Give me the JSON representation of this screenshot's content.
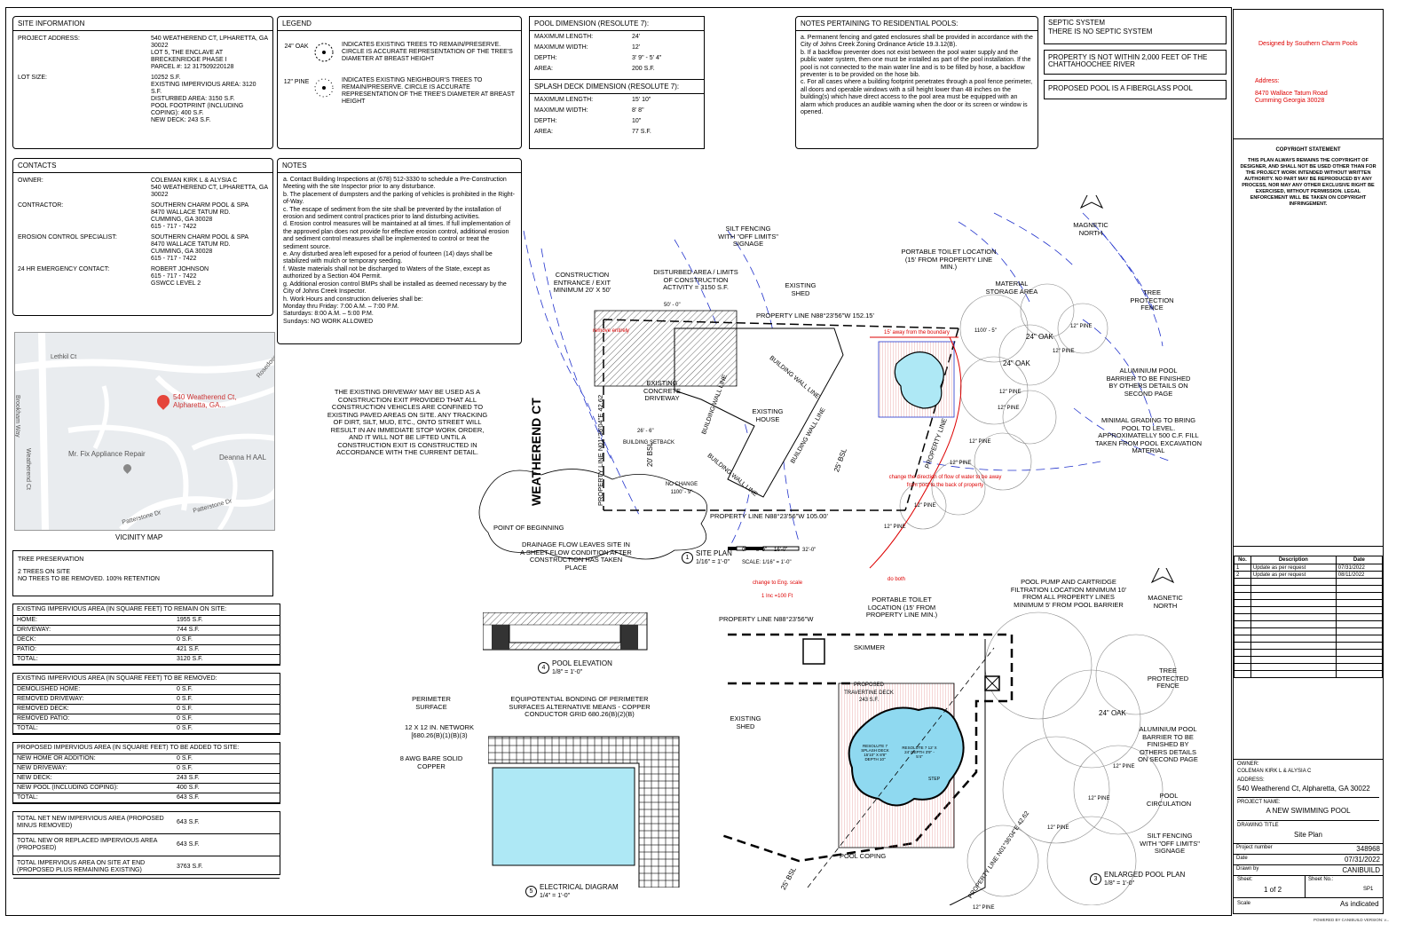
{
  "site_info": {
    "title": "SITE INFORMATION",
    "rows": [
      {
        "k": "PROJECT ADDRESS:",
        "v": [
          "540 WEATHEREND CT, LPHARETTA, GA 30022",
          "LOT 5, THE ENCLAVE AT BRECKENRIDGE PHASE I",
          "PARCEL #: 12 317509220128"
        ]
      },
      {
        "k": "LOT SIZE:",
        "v": [
          "10252 S.F.",
          "EXISTING IMPERVIOUS AREA: 3120 S.F.",
          "DISTURBED AREA: 3150 S.F.",
          "POOL FOOTPRINT (INCLUDING COPING): 400 S.F.",
          "NEW DECK: 243 S.F."
        ]
      }
    ]
  },
  "contacts": {
    "title": "CONTACTS",
    "rows": [
      {
        "k": "OWNER:",
        "v": [
          "COLEMAN KIRK L & ALYSIA C",
          "540 WEATHEREND CT, LPHARETTA, GA 30022"
        ]
      },
      {
        "k": "CONTRACTOR:",
        "v": [
          "SOUTHERN CHARM POOL & SPA",
          "8470 WALLACE TATUM RD.",
          "CUMMING, GA 30028",
          "615 - 717 - 7422"
        ]
      },
      {
        "k": "EROSION CONTROL SPECIALIST:",
        "v": [
          "SOUTHERN CHARM POOL & SPA",
          "8470 WALLACE TATUM RD.",
          "CUMMING, GA 30028",
          "615 - 717 - 7422"
        ]
      },
      {
        "k": "24 HR EMERGENCY CONTACT:",
        "v": [
          "ROBERT JOHNSON",
          "615 - 717 - 7422",
          "GSWCC LEVEL 2"
        ]
      }
    ]
  },
  "vicinity": {
    "caption": "VICINITY MAP",
    "pin_label": "540 Weatherend Ct, Alpharetta, GA...",
    "streets": [
      "Lethkil Ct",
      "Brookham Way",
      "Weatherend Ct",
      "Rosedown",
      "Patterstone Dr",
      "Patterstone Dr"
    ],
    "poi": "Mr. Fix Appliance Repair",
    "poi2": "Deanna H AAL"
  },
  "tree_preservation": {
    "title": "TREE PRESERVATION",
    "lines": [
      "2 TREES ON SITE",
      "NO TREES TO BE REMOVED. 100% RETENTION"
    ]
  },
  "imperv_remain": {
    "title": "EXISTING IMPERVIOUS AREA (IN SQUARE FEET) TO REMAIN ON SITE:",
    "rows": [
      [
        "HOME:",
        "1955 S.F."
      ],
      [
        "DRIVEWAY:",
        "744 S.F."
      ],
      [
        "DECK:",
        "0 S.F."
      ],
      [
        "PATIO:",
        "421 S.F."
      ],
      [
        "TOTAL:",
        "3120 S.F."
      ]
    ]
  },
  "imperv_removed": {
    "title": "EXISTING IMPERVIOUS AREA (IN SQUARE FEET) TO BE REMOVED:",
    "rows": [
      [
        "DEMOLISHED HOME:",
        "0 S.F."
      ],
      [
        "REMOVED DRIVEWAY:",
        "0 S.F."
      ],
      [
        "REMOVED DECK:",
        "0 S.F."
      ],
      [
        "REMOVED PATIO:",
        "0 S.F."
      ],
      [
        "TOTAL:",
        "0 S.F."
      ]
    ]
  },
  "imperv_added": {
    "title": "PROPOSED IMPERVIOUS AREA (IN SQUARE FEET) TO BE ADDED TO SITE:",
    "rows": [
      [
        "NEW HOME OR ADDITION:",
        "0 S.F."
      ],
      [
        "NEW DRIVEWAY:",
        "0 S.F."
      ],
      [
        "NEW DECK:",
        "243 S.F."
      ],
      [
        "NEW POOL (INCLUDING COPING):",
        "400 S.F."
      ],
      [
        "TOTAL:",
        "643 S.F."
      ]
    ]
  },
  "imperv_totals": {
    "rows": [
      [
        "TOTAL NET NEW IMPERVIOUS AREA (PROPOSED MINUS REMOVED)",
        "643 S.F."
      ],
      [
        "TOTAL NEW OR REPLACED IMPERVIOUS AREA (PROPOSED)",
        "643 S.F."
      ],
      [
        "TOTAL IMPERVIOUS AREA ON SITE AT END (PROPOSED PLUS REMAINING EXISTING)",
        "3763 S.F."
      ]
    ]
  },
  "legend": {
    "title": "LEGEND",
    "items": [
      {
        "tag": "24\" OAK",
        "text": "INDICATES EXISTING TREES TO REMAIN/PRESERVE. CIRCLE IS ACCURATE REPRESENTATION OF THE TREE'S DIAMETER AT BREAST HEIGHT"
      },
      {
        "tag": "12\" PINE",
        "text": "INDICATES EXISTING NEIGHBOUR'S TREES TO REMAIN/PRESERVE. CIRCLE IS ACCURATE REPRESENTATION OF THE TREE'S DIAMETER AT BREAST HEIGHT"
      }
    ]
  },
  "notes": {
    "title": "NOTES",
    "items": [
      "a. Contact Building Inspections at (678) 512-3330 to schedule a Pre-Construction Meeting with the site Inspector prior to any disturbance.",
      "b. The placement of dumpsters and the parking of vehicles is prohibited in the Right-of-Way.",
      "c. The escape of sediment from the site shall be prevented by the installation of erosion and sediment control practices prior to land disturbing activities.",
      "d. Erosion control measures will be maintained at all times. If full implementation of the approved plan does not provide for effective erosion control, additional erosion and sediment control measures shall be implemented to control or treat the sediment source.",
      "e. Any disturbed area left exposed for a period of fourteen (14) days shall be stabilized with mulch or temporary seeding.",
      "f. Waste materials shall not be discharged to Waters of the State, except as authorized by a Section 404 Permit.",
      "g. Additional erosion control BMPs shall be installed as deemed necessary by the City of Johns Creek Inspector.",
      "h. Work Hours and construction deliveries shall be:",
      "Monday thru Friday: 7:00 A.M. – 7:00 P.M.",
      "Saturdays: 8:00 A.M. – 5:00 P.M.",
      "Sundays: NO WORK ALLOWED"
    ]
  },
  "pool_dim": {
    "title": "POOL DIMENSION (RESOLUTE 7):",
    "rows": [
      [
        "MAXIMUM LENGTH:",
        "24'"
      ],
      [
        "MAXIMUM WIDTH:",
        "12'"
      ],
      [
        "DEPTH:",
        "3' 9\" - 5' 4\""
      ],
      [
        "AREA:",
        "200 S.F."
      ]
    ],
    "title2": "SPLASH DECK DIMENSION (RESOLUTE 7):",
    "rows2": [
      [
        "MAXIMUM LENGTH:",
        "15' 10\""
      ],
      [
        "MAXIMUM WIDTH:",
        "8' 8\""
      ],
      [
        "DEPTH:",
        "10\""
      ],
      [
        "AREA:",
        "77 S.F."
      ]
    ]
  },
  "res_notes": {
    "title": "NOTES PERTAINING TO RESIDENTIAL POOLS:",
    "items": [
      "a. Permanent fencing and gated enclosures shall be provided in accordance with the City of Johns Creek Zoning Ordinance Article 19.3.12(B).",
      "b. If a backflow preventer does not exist between the pool water supply and the public water system, then one must be installed as part of the pool installation. If the pool is not connected to the main water line and is to be filled by hose, a backflow preventer is to be provided on the hose bib.",
      "c. For all cases where a building footprint penetrates through a pool fence perimeter, all doors and operable windows with a sill height lower than 48 inches on the building(s) which have direct access to the pool area must be equipped with an alarm which produces an audible warning when the door or its screen or window is opened."
    ]
  },
  "septic": {
    "title": "SEPTIC SYSTEM",
    "lines": [
      "THERE IS NO SEPTIC SYSTEM",
      "PROPERTY IS NOT WITHIN 2,000 FEET OF THE CHATTAHOOCHEE RIVER",
      "PROPOSED POOL IS A FIBERGLASS POOL"
    ]
  },
  "title_block": {
    "designer": "Designed by Southern Charm Pools",
    "address_label": "Address:",
    "address": [
      "8470 Wallace Tatum Road",
      "Cumming Georgia 30028"
    ],
    "copyright_title": "COPYRIGHT STATEMENT",
    "copyright": "THIS PLAN ALWAYS REMAINS THE COPYRIGHT OF DESIGNER, AND SHALL NOT BE USED OTHER THAN FOR THE PROJECT WORK INTENDED WITHOUT WRITTEN AUTHORITY. NO PART MAY BE REPRODUCED BY ANY PROCESS, NOR MAY ANY OTHER EXCLUSIVE RIGHT BE EXERCISED, WITHOUT PERMISSION. LEGAL ENFORCEMENT WILL BE TAKEN ON COPYRIGHT INFRINGEMENT.",
    "rev_headers": [
      "No.",
      "Description",
      "Date"
    ],
    "revisions": [
      [
        "1",
        "Update as per request",
        "07/31/2022"
      ],
      [
        "2",
        "Update as per request",
        "08/11/2022"
      ]
    ],
    "owner_label": "OWNER:",
    "owner": "COLEMAN KIRK L & ALYSIA C",
    "address2_label": "ADDRESS:",
    "address2": "540 Weatherend Ct, Alpharetta, GA 30022",
    "project_label": "PROJECT NAME:",
    "project": "A NEW SWIMMING POOL",
    "drawing_label": "DRAWING TITLE",
    "drawing": "Site Plan",
    "meta": [
      [
        "Project number",
        "348968"
      ],
      [
        "Date",
        "07/31/2022"
      ],
      [
        "Drawn by",
        "CANIBUILD"
      ]
    ],
    "sheet_label": "Sheet:",
    "sheet": "1 of 2",
    "sheetno_label": "Sheet No.:",
    "sheetno": "SP1",
    "scale_label": "Scale",
    "scale": "As indicated",
    "footer": "POWERED BY CANIBUILD    VERSION: v..."
  },
  "site_plan": {
    "street": "WEATHEREND CT",
    "labels": {
      "silt": "SILT FENCING WITH \"OFF LIMITS\" SIGNAGE",
      "toilet": "PORTABLE TOILET LOCATION (15' FROM PROPERTY LINE MIN.)",
      "material": "MATERIAL STORAGE AREA",
      "tree_fence": "TREE PROTECTION FENCE",
      "alu": "ALUMINIUM POOL BARRIER TO BE FINISHED BY OTHERS DETAILS ON SECOND PAGE",
      "grading": "MINIMAL GRADING TO BRING POOL TO LEVEL. APPROXIMATELLY 500 C.F. FILL TAKEN FROM POOL EXCAVATION MATERIAL",
      "shed": "EXISTING SHED",
      "constr": "CONSTRUCTION ENTRANCE / EXIT MINIMUM 20' X 50'",
      "disturbed": "DISTURBED AREA / LIMITS OF CONSTRUCTION ACTIVITY = 3150 S.F.",
      "driveway": "EXISTING CONCRETE DRIVEWAY",
      "house": "EXISTING HOUSE",
      "driveway_note": "THE EXISTING DRIVEWAY MAY BE USED AS A CONSTRUCTION EXIT PROVIDED THAT ALL CONSTRUCTION VEHICLES ARE CONFINED TO EXISTING PAVED AREAS ON SITE. ANY TRACKING OF DIRT, SILT, MUD, ETC., ONTO STREET WILL RESULT IN AN IMMEDIATE STOP WORK ORDER, AND IT WILL NOT BE LIFTED UNTIL A CONSTRUCTION EXIT IS CONSTRUCTED IN ACCORDANCE WITH THE CURRENT DETAIL.",
      "pob": "POINT OF BEGINNING",
      "drainage": "DRAINAGE FLOW LEAVES SITE IN A SHEET FLOW CONDITION AFTER CONSTRUCTION HAS TAKEN PLACE",
      "prop_top": "PROPERTY LINE   N88°23'56\"W  152.15'",
      "prop_bot": "PROPERTY LINE   N88°23'56\"W  105.00'",
      "prop_left": "PROPERTY LINE N01°36'04\"E 42.62",
      "prop_right": "PROPERTY LINE",
      "bwl": "BUILDING WALL LINE",
      "setback": "BUILDING SETBACK",
      "bsl20": "20' BSL",
      "bsl25": "25' BSL",
      "no_change": "NO CHANGE 1100' - 9\"",
      "n_1100": "1100' - 5\"",
      "red1": "remove entirely",
      "red2": "15' away from the boundary",
      "red3": "change the direction of flow of water to be away from pool to the back of property",
      "red4": "change to Eng. scale",
      "red5": "1 Inc =100 Ft",
      "red6": "do both",
      "oak": "24\" OAK",
      "pine": "12\" PINE",
      "dim50": "50' - 0\"",
      "dim26": "26' - 6\"",
      "north": "MAGNETIC NORTH",
      "caption_num": "1",
      "caption": "SITE PLAN",
      "caption_scale": "1/16\" = 1'-0\"",
      "scale_bar": "SCALE: 1/16\" = 1'-0\"",
      "scale_ticks": [
        "0",
        "8'-0\"",
        "16'-0\"",
        "32'-0\""
      ]
    }
  },
  "enlarged": {
    "prop_line": "PROPERTY LINE   N88°23'56\"W",
    "toilet": "PORTABLE TOILET LOCATION (15' FROM PROPERTY LINE MIN.)",
    "pump": "POOL PUMP AND CARTRIDGE FILTRATION LOCATION MINIMUM 10' FROM ALL PROPERTY LINES MINIMUM 5' FROM POOL BARRIER",
    "north": "MAGNETIC NORTH",
    "skimmer": "SKIMMER",
    "deck": "PROPOSED TRAVERTINE DECK 243 S.F.",
    "shed": "EXISTING SHED",
    "tree_fence": "TREE PROTECTED FENCE",
    "oak": "24\" OAK",
    "alu": "ALUMINIUM POOL BARRIER TO BE FINISHED BY OTHERS DETAILS ON SECOND PAGE",
    "circ": "POOL CIRCULATION",
    "silt": "SILT FENCING WITH \"OFF LIMITS\" SIGNAGE",
    "coping": "POOL COPING",
    "bsl": "25' BSL",
    "prop_diag": "PROPERTY LINE N01°36'04\"E 42.62",
    "pine": "12\" PINE",
    "res_a": "RESOLUTE 7 SPLASH DECK 15'10\" x 8'8\" DEPTH 10\"",
    "res_b": "RESOLUTE 7 12' x 24' DEPTH 3'9\" - 5'4\"",
    "step": "STEP",
    "caption_num": "3",
    "caption": "ENLARGED POOL PLAN",
    "caption_scale": "1/8\" = 1'-0\""
  },
  "elevation": {
    "caption_num": "4",
    "caption": "POOL ELEVATION",
    "caption_scale": "1/8\" = 1'-0\""
  },
  "electrical": {
    "perimeter": "PERIMETER SURFACE",
    "equip": "EQUIPOTENTIAL BONDING OF PERIMETER SURFACES ALTERNATIVE MEANS - COPPER CONDUCTOR GRID 680.26(B)(2)(b)",
    "network": "12 X 12 IN. NETWORK [680.26(B)(1)(B)(3)",
    "copper": "8 AWG BARE SOLID COPPER",
    "caption_num": "5",
    "caption": "ELECTRICAL DIAGRAM",
    "caption_scale": "1/4\" = 1'-0\""
  },
  "colors": {
    "red": "#dd0000",
    "blue": "#2233cc",
    "pool": "#aee8f5",
    "deck": "#f1c7a6"
  }
}
